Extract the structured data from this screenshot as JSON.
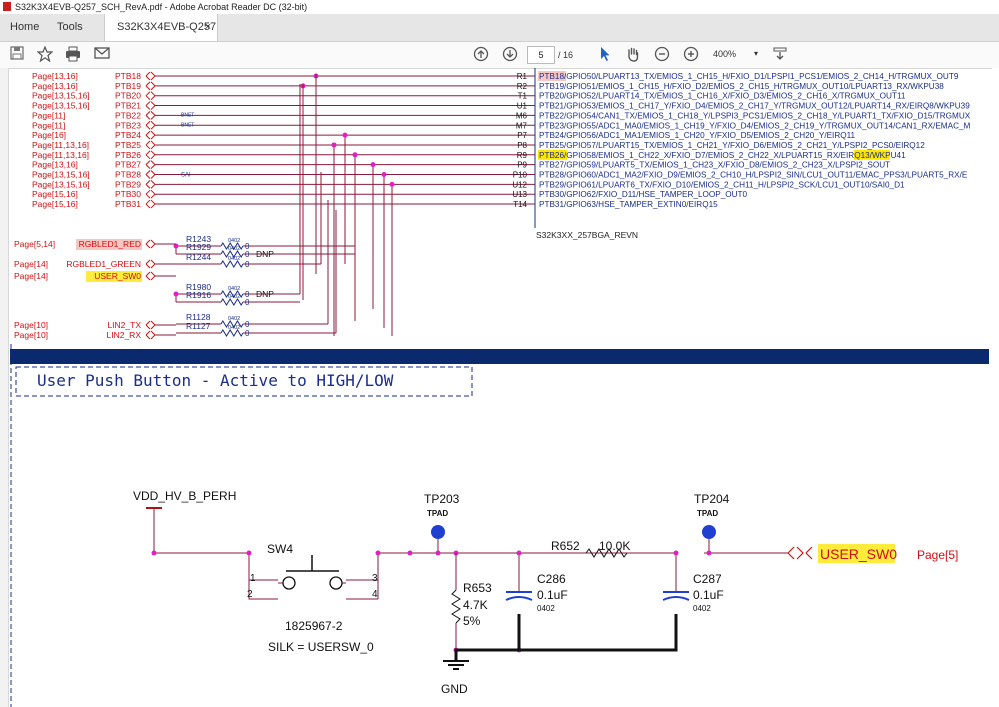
{
  "window": {
    "title": "S32K3X4EVB-Q257_SCH_RevA.pdf - Adobe Acrobat Reader DC (32-bit)"
  },
  "tabs": {
    "home": "Home",
    "tools": "Tools",
    "document": "S32K3X4EVB-Q257...",
    "close": "×"
  },
  "toolbar": {
    "page_current": "5",
    "page_total": "/ 16",
    "zoom": "400%"
  },
  "schematic": {
    "ports": [
      {
        "page": "Page[13,16]",
        "net": "PTB18"
      },
      {
        "page": "Page[13,16]",
        "net": "PTB19"
      },
      {
        "page": "Page[13,15,16]",
        "net": "PTB20"
      },
      {
        "page": "Page[13,15,16]",
        "net": "PTB21"
      },
      {
        "page": "Page[11]",
        "net": "PTB22"
      },
      {
        "page": "Page[11]",
        "net": "PTB23"
      },
      {
        "page": "Page[16]",
        "net": "PTB24"
      },
      {
        "page": "Page[11,13,16]",
        "net": "PTB25"
      },
      {
        "page": "Page[11,13,16]",
        "net": "PTB26"
      },
      {
        "page": "Page[13,16]",
        "net": "PTB27"
      },
      {
        "page": "Page[13,15,16]",
        "net": "PTB28"
      },
      {
        "page": "Page[13,15,16]",
        "net": "PTB29"
      },
      {
        "page": "Page[15,16]",
        "net": "PTB30"
      },
      {
        "page": "Page[15,16]",
        "net": "PTB31"
      }
    ],
    "small_labels": {
      "bnet1": "BNET",
      "bnet2": "BNET",
      "sai": "SAI"
    },
    "pins": [
      "R1",
      "R2",
      "T1",
      "U1",
      "M6",
      "M7",
      "P7",
      "P8",
      "R9",
      "P9",
      "P10",
      "U12",
      "U13",
      "T14"
    ],
    "functions": [
      "PTB18/GPIO50/LPUART13_TX/EMIOS_1_CH15_H/FXIO_D1/LPSPI1_PCS1/EMIOS_2_CH14_H/TRGMUX_OUT9",
      "PTB19/GPIO51/EMIOS_1_CH15_H/FXIO_D2/EMIOS_2_CH15_H/TRGMUX_OUT10/LPUART13_RX/WKPU38",
      "PTB20/GPIO52/LPUART14_TX/EMIOS_1_CH16_X/FXIO_D3/EMIOS_2_CH16_X/TRGMUX_OUT11",
      "PTB21/GPIO53/EMIOS_1_CH17_Y/FXIO_D4/EMIOS_2_CH17_Y/TRGMUX_OUT12/LPUART14_RX/EIRQ8/WKPU39",
      "PTB22/GPIO54/CAN1_TX/EMIOS_1_CH18_Y/LPSPI3_PCS1/EMIOS_2_CH18_Y/LPUART1_TX/FXIO_D15/TRGMUX",
      "PTB23/GPIO55/ADC1_MA0/EMIOS_1_CH19_Y/FXIO_D4/EMIOS_2_CH19_Y/TRGMUX_OUT14/CAN1_RX/EMAC_M",
      "PTB24/GPIO56/ADC1_MA1/EMIOS_1_CH20_Y/FXIO_D5/EMIOS_2_CH20_Y/EIRQ11",
      "PTB25/GPIO57/LPUART15_TX/EMIOS_1_CH21_Y/FXIO_D6/EMIOS_2_CH21_Y/LPSPI2_PCS0/EIRQ12",
      "PTB26/GPIO58/EMIOS_1_CH22_X/FXIO_D7/EMIOS_2_CH22_X/LPUART15_RX/EIRQ13/WKPU41",
      "PTB27/GPIO59/LPUART5_TX/EMIOS_1_CH23_X/FXIO_D8/EMIOS_2_CH23_X/LPSPI2_SOUT",
      "PTB28/GPIO60/ADC1_MA2/FXIO_D9/EMIOS_2_CH10_H/LPSPI2_SIN/LCU1_OUT11/EMAC_PPS3/LPUART5_RX/E",
      "PTB29/GPIO61/LPUART6_TX/FXIO_D10/EMIOS_2_CH11_H/LPSPI2_SCK/LCU1_OUT10/SAI0_D1",
      "PTB30/GPIO62/FXIO_D11/HSE_TAMPER_LOOP_OUT0",
      "PTB31/GPIO63/HSE_TAMPER_EXTIN0/EIRQ15"
    ],
    "chip_name": "S32K3XX_257BGA_REVN",
    "led_nets": [
      {
        "page": "Page[5,14]",
        "net": "RGBLED1_RED",
        "highlight": "#f4c7c3"
      },
      {
        "page": "Page[14]",
        "net": "RGBLED1_GREEN"
      }
    ],
    "user_sw_net": {
      "page": "Page[14]",
      "net": "USER_SW0",
      "highlight": "#ffeb3b"
    },
    "lin_nets": [
      {
        "page": "Page[10]",
        "net": "LIN2_TX"
      },
      {
        "page": "Page[10]",
        "net": "LIN2_RX"
      }
    ],
    "resistors": [
      {
        "ref": "R1243",
        "pkg": "0402",
        "val": "0"
      },
      {
        "ref": "R1929",
        "pkg": "0402",
        "val": "0",
        "extra": "DNP"
      },
      {
        "ref": "R1244",
        "pkg": "0402",
        "val": "0"
      },
      {
        "ref": "R1980",
        "pkg": "0402",
        "val": "0",
        "extra": "DNP"
      },
      {
        "ref": "R1916",
        "pkg": "0402",
        "val": "0"
      },
      {
        "ref": "R1128",
        "pkg": "0402",
        "val": "0"
      },
      {
        "ref": "R1127",
        "pkg": "0402",
        "val": "0"
      }
    ],
    "section_title": "User Push Button - Active to HIGH/LOW",
    "circuit": {
      "supply": "VDD_HV_B_PERH",
      "switch_ref": "SW4",
      "switch_part": "1825967-2",
      "switch_silk": "SILK = USERSW_0",
      "pin1": "1",
      "pin2": "2",
      "pin3": "3",
      "pin4": "4",
      "tp1": {
        "ref": "TP203",
        "type": "TPAD"
      },
      "tp2": {
        "ref": "TP204",
        "type": "TPAD"
      },
      "r653": {
        "ref": "R653",
        "val": "4.7K",
        "tol": "5%"
      },
      "c286": {
        "ref": "C286",
        "val": "0.1uF",
        "pkg": "0402"
      },
      "r652": {
        "ref": "R652",
        "val": "10.0K"
      },
      "c287": {
        "ref": "C287",
        "val": "0.1uF",
        "pkg": "0402"
      },
      "gnd": "GND",
      "out_net": "USER_SW0",
      "out_page": "Page[5]"
    },
    "colors": {
      "wire": "#8b1a3a",
      "junction": "#e020c0",
      "label_red": "#d01010",
      "label_blue": "#1a2e8a",
      "tp_blue": "#1f3fd0",
      "band": "#0b2a6e"
    }
  }
}
